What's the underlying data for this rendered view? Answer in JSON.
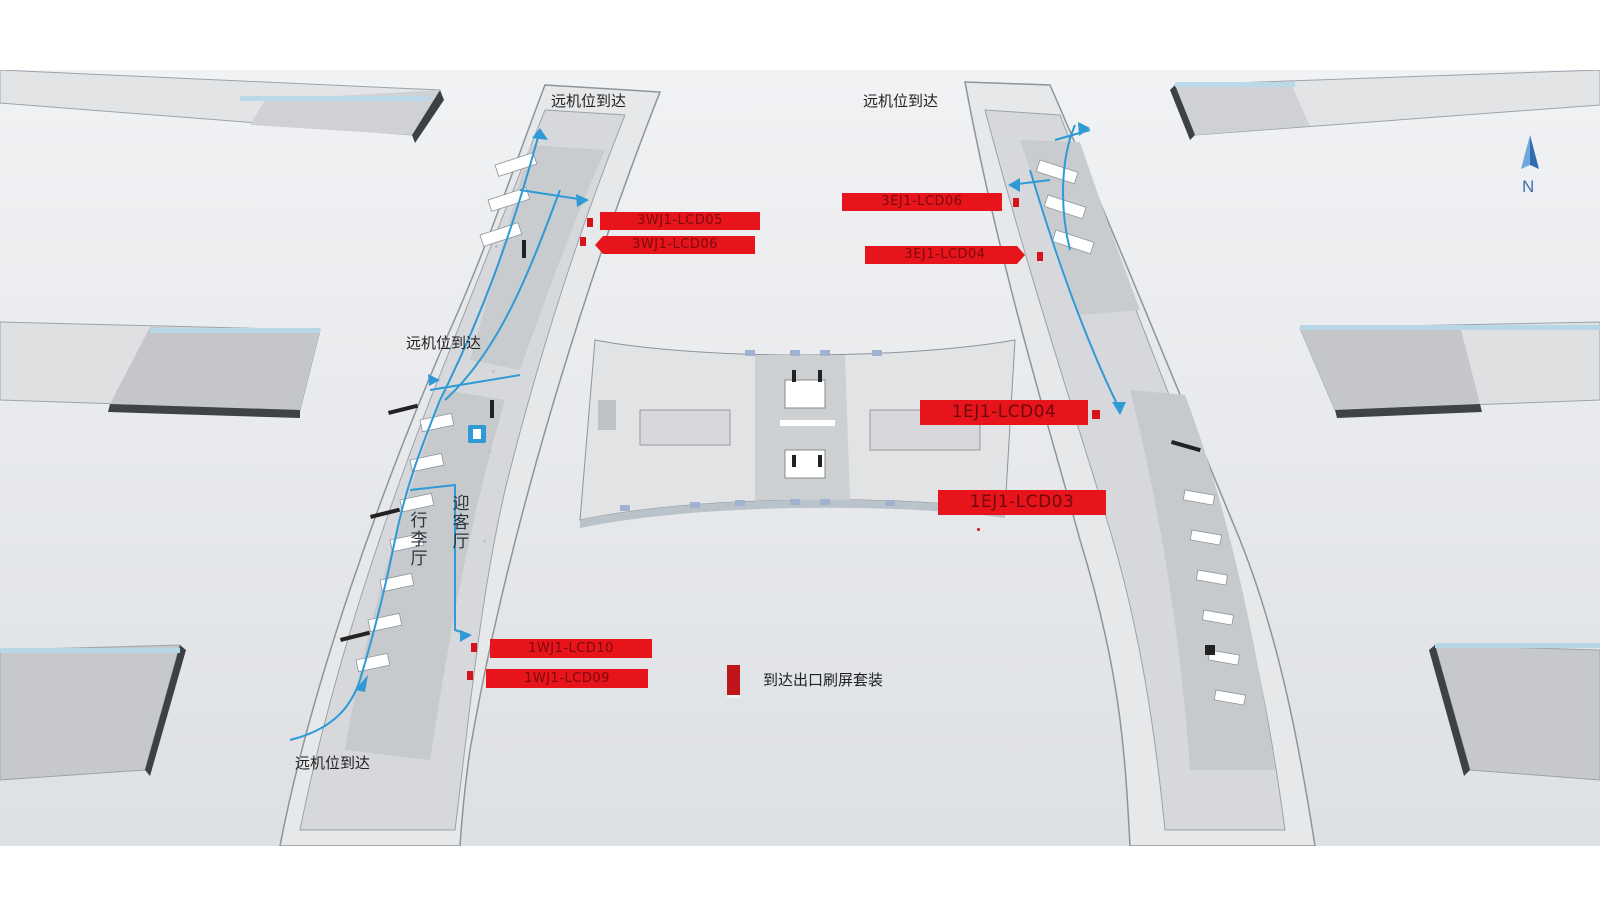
{
  "map": {
    "arrival_labels": [
      "远机位到达",
      "远机位到达",
      "远机位到达",
      "远机位到达"
    ],
    "room_labels": {
      "baggage_hall": "行李厅",
      "greeting_hall": "迎客厅"
    },
    "compass_label": "N",
    "screens": [
      {
        "id": "3WJ1-LCD05",
        "shape": "arrow-right"
      },
      {
        "id": "3WJ1-LCD06",
        "shape": "arrow-left"
      },
      {
        "id": "3EJ1-LCD06",
        "shape": "rect"
      },
      {
        "id": "3EJ1-LCD04",
        "shape": "arrow-right"
      },
      {
        "id": "1EJ1-LCD04",
        "shape": "rect"
      },
      {
        "id": "1EJ1-LCD03",
        "shape": "rect"
      },
      {
        "id": "1WJ1-LCD10",
        "shape": "rect"
      },
      {
        "id": "1WJ1-LCD09",
        "shape": "rect"
      }
    ],
    "legend": {
      "label": "到达出口刷屏套装",
      "color": "#c1151c"
    },
    "colors": {
      "screen_red": "#e8141b",
      "route_blue": "#2e9ad6",
      "building_gray": "#d2d4d7"
    },
    "icons": [
      "north-arrow-icon",
      "elevator-icon"
    ]
  }
}
